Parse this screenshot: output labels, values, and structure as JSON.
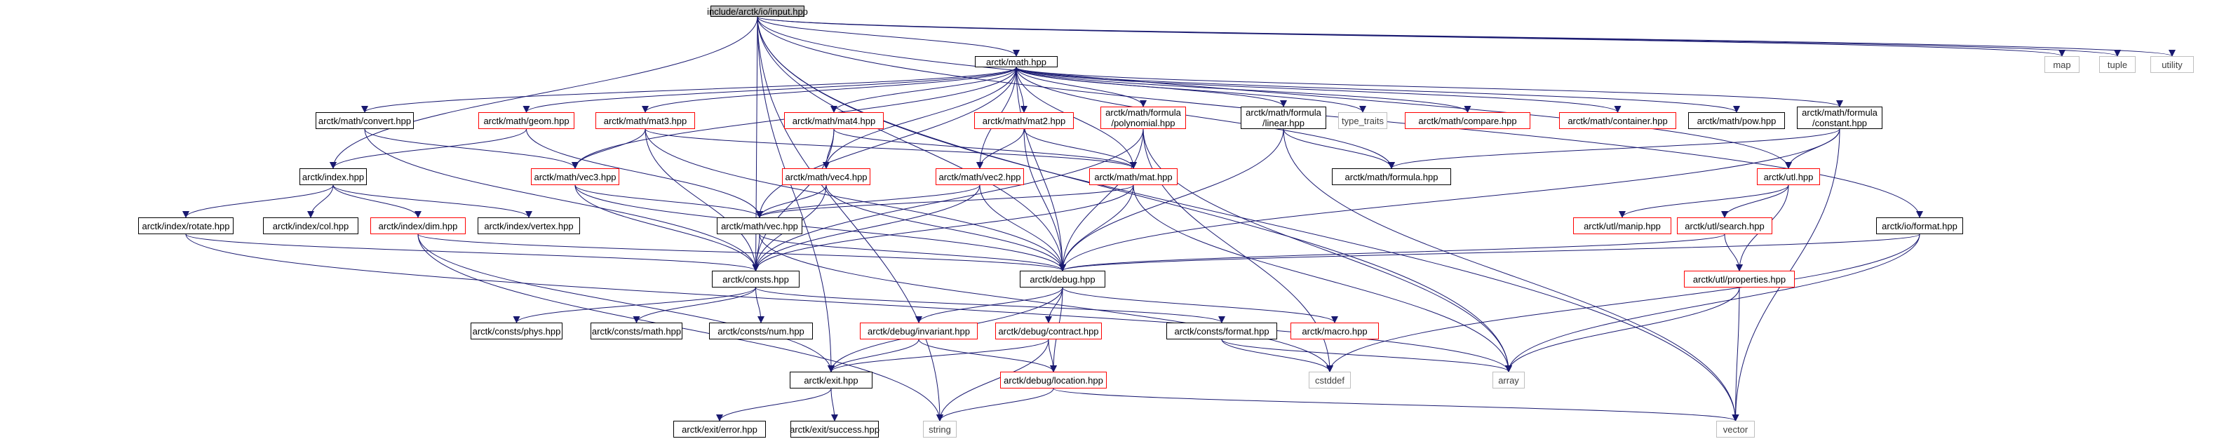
{
  "graph": {
    "root": "include/arctk/io/input.hpp",
    "colors": {
      "edge": "#191970",
      "root_fill": "#bfbfbf",
      "documented": "#000000",
      "incomplete": "#ff0000",
      "external": "#bfbfbf"
    },
    "nodes": {
      "root": "include/arctk/io/input.hpp",
      "math": "arctk/math.hpp",
      "map": "map",
      "tuple": "tuple",
      "utility": "utility",
      "convert": "arctk/math/convert.hpp",
      "geom": "arctk/math/geom.hpp",
      "mat3": "arctk/math/mat3.hpp",
      "mat4": "arctk/math/mat4.hpp",
      "mat2": "arctk/math/mat2.hpp",
      "polynomial": "arctk/math/formula\n/polynomial.hpp",
      "linear": "arctk/math/formula\n/linear.hpp",
      "type_traits": "type_traits",
      "compare": "arctk/math/compare.hpp",
      "container": "arctk/math/container.hpp",
      "pow": "arctk/math/pow.hpp",
      "constant": "arctk/math/formula\n/constant.hpp",
      "index": "arctk/index.hpp",
      "vec3": "arctk/math/vec3.hpp",
      "vec4": "arctk/math/vec4.hpp",
      "vec2": "arctk/math/vec2.hpp",
      "mat": "arctk/math/mat.hpp",
      "formula": "arctk/math/formula.hpp",
      "utl": "arctk/utl.hpp",
      "rotate": "arctk/index/rotate.hpp",
      "col": "arctk/index/col.hpp",
      "dim": "arctk/index/dim.hpp",
      "vertex": "arctk/index/vertex.hpp",
      "vec": "arctk/math/vec.hpp",
      "manip": "arctk/utl/manip.hpp",
      "search": "arctk/utl/search.hpp",
      "ioformat": "arctk/io/format.hpp",
      "consts": "arctk/consts.hpp",
      "debug": "arctk/debug.hpp",
      "properties": "arctk/utl/properties.hpp",
      "phys": "arctk/consts/phys.hpp",
      "cmath": "arctk/consts/math.hpp",
      "num": "arctk/consts/num.hpp",
      "invariant": "arctk/debug/invariant.hpp",
      "contract": "arctk/debug/contract.hpp",
      "cformat": "arctk/consts/format.hpp",
      "macro": "arctk/macro.hpp",
      "cstddef": "cstddef",
      "array": "array",
      "exit": "arctk/exit.hpp",
      "location": "arctk/debug/location.hpp",
      "error": "arctk/exit/error.hpp",
      "success": "arctk/exit/success.hpp",
      "string": "string",
      "vector": "vector"
    }
  }
}
